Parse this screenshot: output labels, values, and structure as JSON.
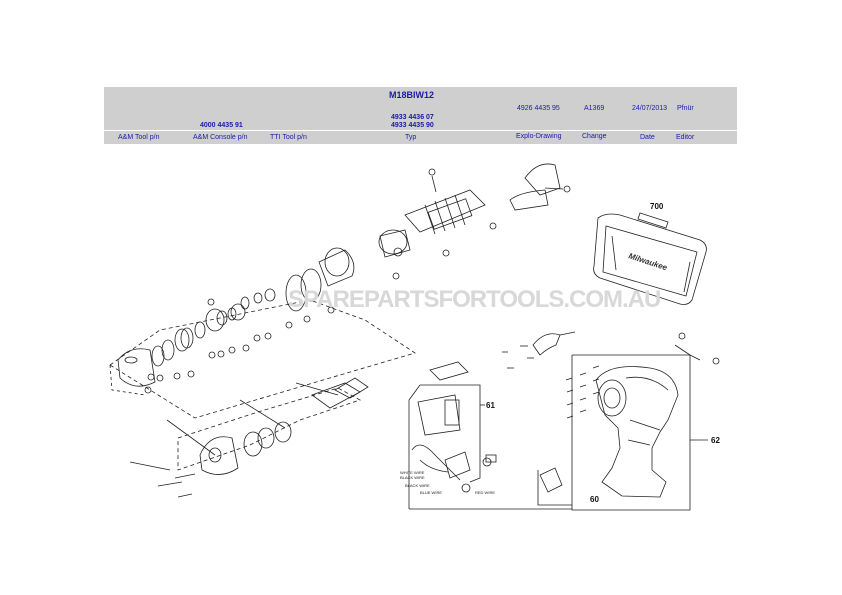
{
  "header": {
    "model": "M18BIW12",
    "explo_drawing_value": "4926 4435 95",
    "change_value": "A1369",
    "date_value": "24/07/2013",
    "editor_value": "Pfnür",
    "typ_value_1": "4933 4436 07",
    "typ_value_2": "4933 4435 90",
    "console_value": "4000 4435 91",
    "labels": {
      "tool_pn": "A&M Tool p/n",
      "console_pn": "A&M Console p/n",
      "tti_pn": "TTI Tool p/n",
      "typ": "Typ",
      "explo": "Explo-Drawing",
      "change": "Change",
      "date": "Date",
      "editor": "Editor"
    }
  },
  "watermark": "SPAREPARTSFORTOOLS.COM.AU",
  "callouts": {
    "case": "700",
    "electronics": "61",
    "housing": "62",
    "clip": "60"
  },
  "wire_labels": {
    "white": "WHITE WIRE",
    "black_white": "BLACK WIRE",
    "black": "BLACK WIRE",
    "blue": "BLUE WIRE",
    "red": "RED WIRE"
  },
  "case_brand": "Milwaukee",
  "colors": {
    "header_bg": "#cfcfcf",
    "header_text": "#1a1aa6",
    "line": "#222222"
  }
}
